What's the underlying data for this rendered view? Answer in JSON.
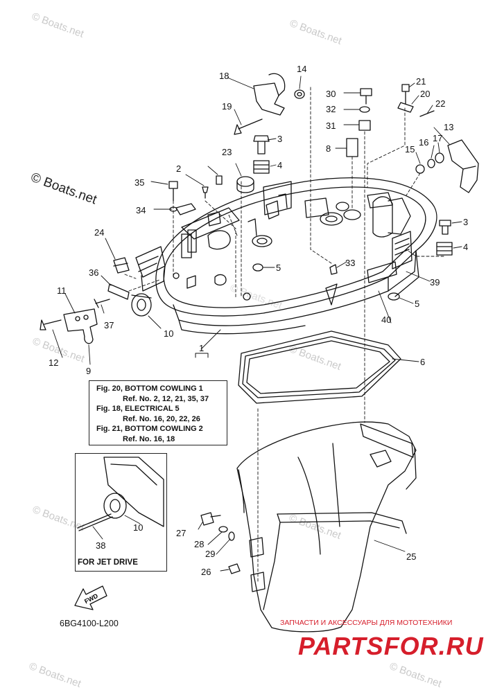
{
  "watermarks": [
    "© Boats.net",
    "© Boats.net",
    "© Boats.net",
    "© Boats.net",
    "© Boats.net",
    "© Boats.net",
    "© Boats.net",
    "© Boats.net",
    "© Boats.net"
  ],
  "watermark_main": "© Boats.net",
  "reference_box": {
    "lines": [
      {
        "text": "Fig. 20, BOTTOM COWLING 1",
        "indent": false
      },
      {
        "text": "Ref. No. 2, 12, 21, 35, 37",
        "indent": true
      },
      {
        "text": "Fig. 18, ELECTRICAL 5",
        "indent": false
      },
      {
        "text": "Ref. No. 16, 20, 22, 26",
        "indent": true
      },
      {
        "text": "Fig. 21, BOTTOM COWLING 2",
        "indent": false
      },
      {
        "text": "Ref. No. 16, 18",
        "indent": true
      }
    ]
  },
  "jet_drive_label": "FOR JET DRIVE",
  "fwd_label": "FWD",
  "diagram_code": "6BG4100-L200",
  "brand": {
    "tagline": "ЗАПЧАСТИ И АКСЕССУАРЫ ДЛЯ МОТОТЕХНИКИ",
    "name": "PARTSFOR.RU"
  },
  "callouts": [
    "1",
    "2",
    "3",
    "3",
    "4",
    "4",
    "5",
    "5",
    "6",
    "8",
    "9",
    "10",
    "10",
    "11",
    "12",
    "13",
    "14",
    "15",
    "16",
    "17",
    "18",
    "19",
    "20",
    "21",
    "22",
    "23",
    "24",
    "25",
    "26",
    "27",
    "28",
    "29",
    "30",
    "31",
    "32",
    "33",
    "34",
    "35",
    "36",
    "37",
    "38",
    "39",
    "40"
  ]
}
